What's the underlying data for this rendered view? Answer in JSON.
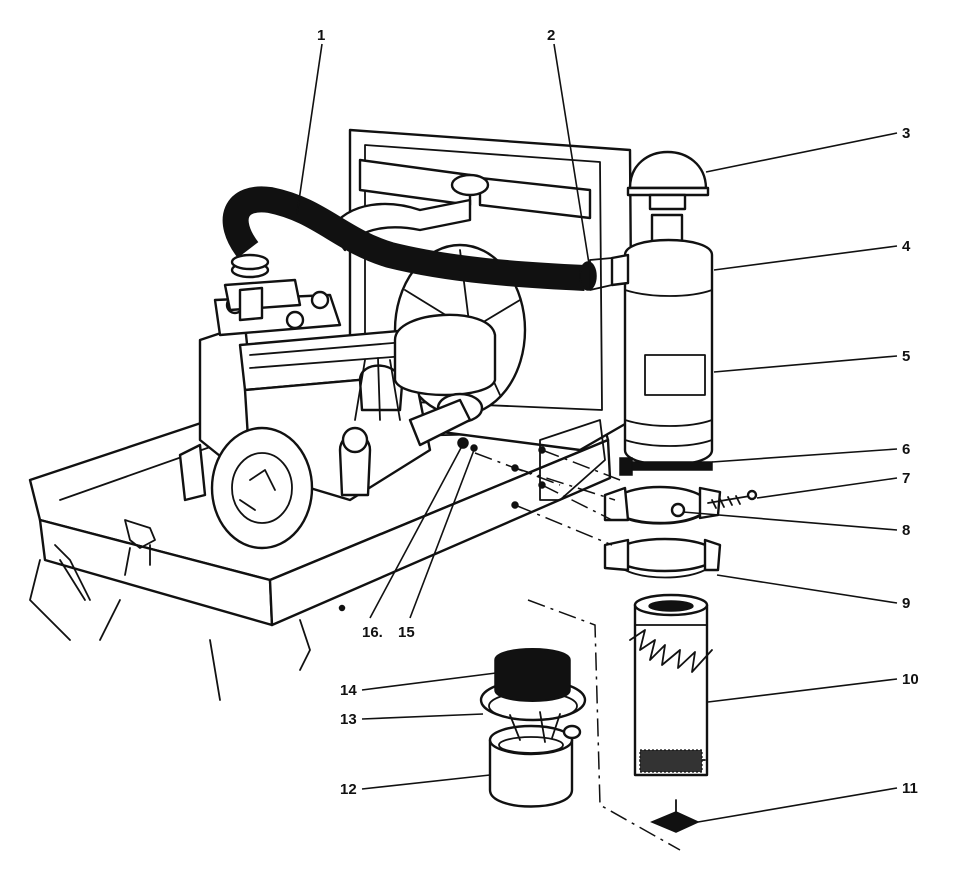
{
  "diagram": {
    "callouts": [
      {
        "id": "1",
        "label": "1"
      },
      {
        "id": "2",
        "label": "2"
      },
      {
        "id": "3",
        "label": "3"
      },
      {
        "id": "4",
        "label": "4"
      },
      {
        "id": "5",
        "label": "5"
      },
      {
        "id": "6",
        "label": "6"
      },
      {
        "id": "7",
        "label": "7"
      },
      {
        "id": "8",
        "label": "8"
      },
      {
        "id": "9",
        "label": "9"
      },
      {
        "id": "10",
        "label": "10"
      },
      {
        "id": "11",
        "label": "11"
      },
      {
        "id": "12",
        "label": "12"
      },
      {
        "id": "13",
        "label": "13"
      },
      {
        "id": "14",
        "label": "14"
      },
      {
        "id": "15",
        "label": "15"
      },
      {
        "id": "16",
        "label": "16."
      }
    ],
    "colors": {
      "ink": "#111111",
      "paper": "#ffffff"
    }
  }
}
